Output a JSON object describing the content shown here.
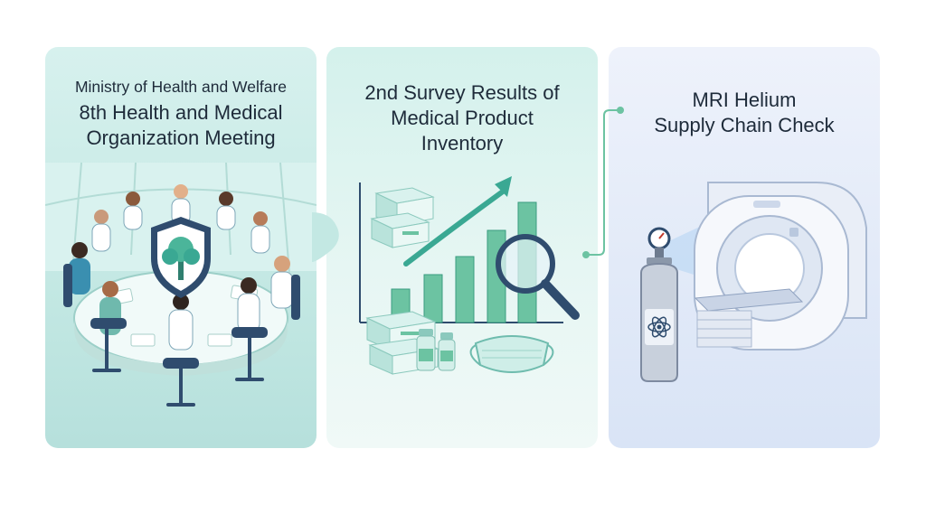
{
  "panels": [
    {
      "subtitle": "Ministry of Health and Welfare",
      "title_lines": [
        "8th Health and Medical",
        "Organization Meeting"
      ]
    },
    {
      "title_lines": [
        "2nd Survey Results of",
        "Medical Product",
        "Inventory"
      ]
    },
    {
      "title_lines": [
        "MRI Helium",
        "Supply Chain Check"
      ]
    }
  ],
  "colors": {
    "ink": "#1e2b3a",
    "teal": "#3aa893",
    "navy": "#2f4c6e",
    "panel1_bg": "#c8eae5",
    "panel2_bg": "#e2f5f1",
    "panel3_bg": "#e3ebf8"
  },
  "icons": [
    "meeting-table-illustration",
    "shield-tree-icon",
    "bar-chart-illustration",
    "trend-arrow-icon",
    "magnifier-icon",
    "medicine-box-icon",
    "vial-icon",
    "face-mask-icon",
    "helium-tank-icon",
    "atom-icon",
    "mri-scanner-illustration"
  ]
}
